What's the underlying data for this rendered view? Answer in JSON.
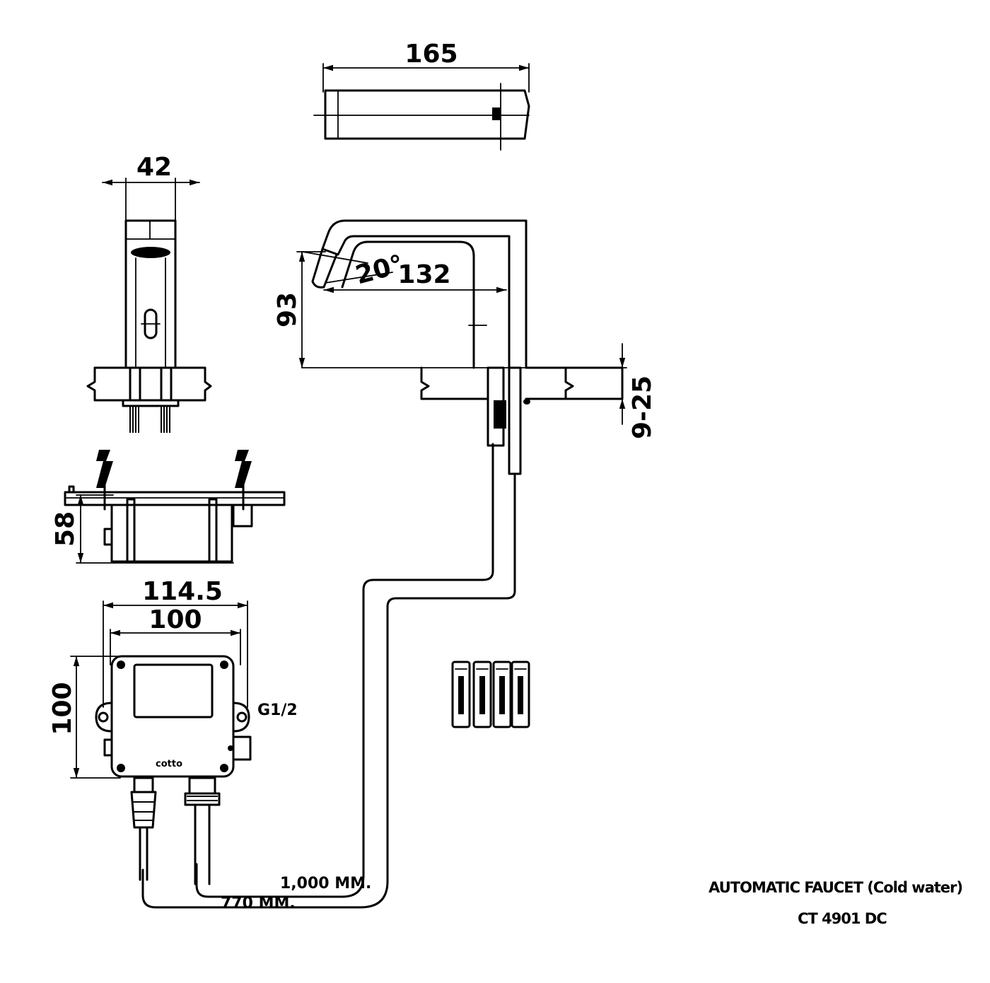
{
  "dimensions": {
    "spout_length": "165",
    "body_width": "42",
    "angle": "20°",
    "reach": "132",
    "height": "93",
    "deck_thickness": "9-25",
    "box_depth": "58",
    "box_width_outer": "114.5",
    "box_width_inner": "100",
    "box_height": "100"
  },
  "labels": {
    "thread": "G1/2",
    "brand": "cotto",
    "cable_long": "1,000 MM.",
    "cable_short": "770 MM."
  },
  "title_block": {
    "line1": "AUTOMATIC FAUCET (Cold water)",
    "line2": "CT 4901 DC"
  }
}
